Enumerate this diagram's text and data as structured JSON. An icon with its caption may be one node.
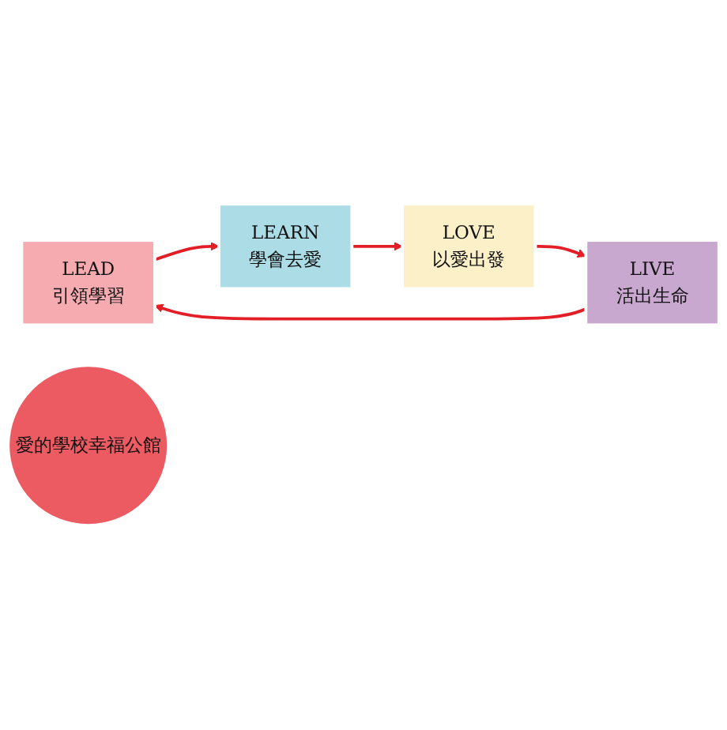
{
  "diagram": {
    "nodes": [
      {
        "text": [
          "LEAD",
          "引領學習"
        ]
      },
      {
        "text": [
          "LEARN",
          "學會去愛"
        ]
      },
      {
        "text": [
          "愛的學校幸福公館"
        ]
      },
      {
        "text": [
          "LIVE",
          "活出生命"
        ]
      },
      {
        "text": [
          "LOVE",
          "以愛出發"
        ]
      }
    ],
    "edges": [
      {
        "from": 0,
        "to": 1,
        "arrow": "to"
      },
      {
        "from": 1,
        "to": 4,
        "arrow": "to"
      },
      {
        "from": 4,
        "to": 3,
        "arrow": "to"
      },
      {
        "from": 3,
        "to": 0,
        "arrow": "to"
      }
    ]
  }
}
